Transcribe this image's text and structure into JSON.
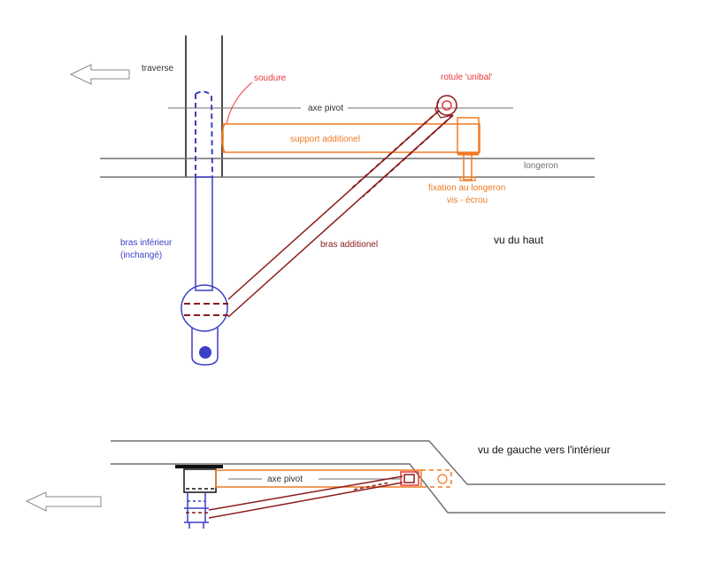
{
  "labels": {
    "traverse": "traverse",
    "soudure": "soudure",
    "rotule": "rotule 'unibal'",
    "axe_pivot_top": "axe pivot",
    "support": "support additionel",
    "longeron": "longeron",
    "fixation_line1": "fixation au longeron",
    "fixation_line2": "vis - écrou",
    "bras_inferieur_line1": "bras inférieur",
    "bras_inferieur_line2": "(inchangé)",
    "bras_additionel": "bras additionel",
    "vu_du_haut": "vu du haut",
    "vu_de_gauche": "vu de gauche vers l'intérieur",
    "axe_pivot_bottom": "axe pivot"
  },
  "colors": {
    "black": "#111111",
    "gray": "#707070",
    "orange": "#f07a22",
    "blue": "#3b3fc6",
    "dark_red": "#8b1a1a",
    "red": "#e8383d",
    "arrow": "#8a8a8a"
  }
}
